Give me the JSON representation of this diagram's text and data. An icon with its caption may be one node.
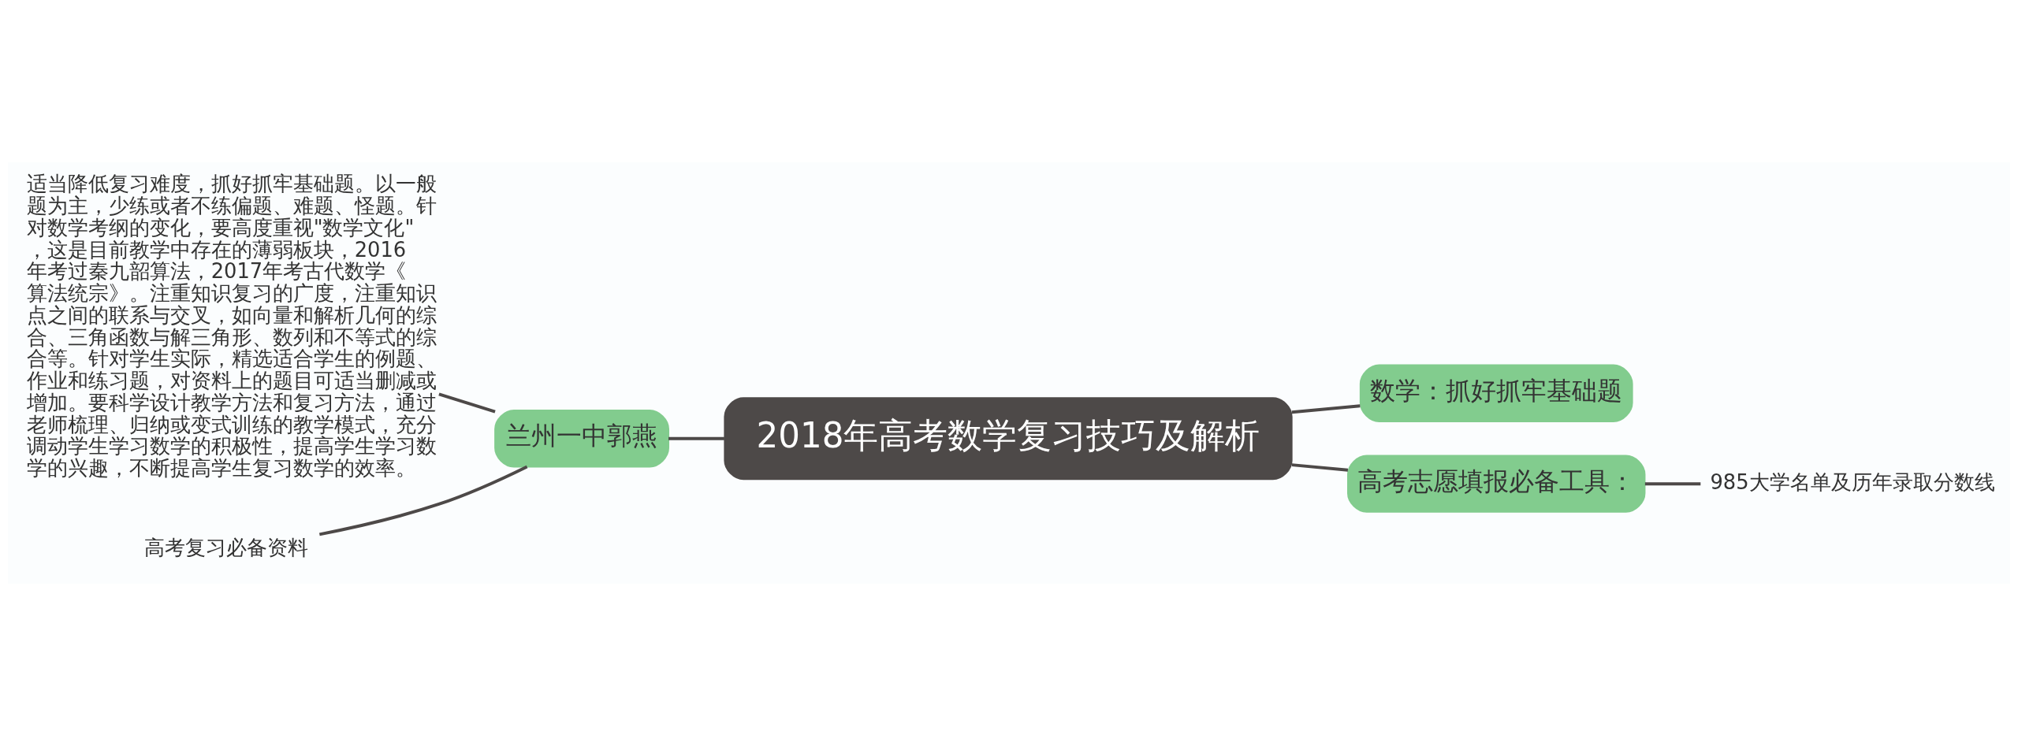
{
  "diagram": {
    "nodes": [
      {
        "text": [
          "2018年高考数学复习技巧及解析"
        ]
      },
      {
        "text": [
          "兰州一中郭燕"
        ]
      },
      {
        "text": [
          "适当降低复习难度，抓好抓牢基础题。以一般题为主，少练或者不练偏题、难题、怪题。针对数学考纲的变化，要高度重视\"数学文化\"，这是目前教学中存在的薄弱板块，2016年考过秦九韶算法，2017年考古代数学《算法统宗》。注重知识复习的广度，注重知识点之间的联系与交叉，如向量和解析几何的综合、三角函数与解三角形、数列和不等式的综合等。针对学生实际，精选适合学生的例题、作业和练习题，对资料上的题目可适当删减或增加。要科学设计教学方法和复习方法，通过老师梳理、归纳或变式训练的教学模式，充分调动学生学习数学的积极性，提高学生学习数学的兴趣，不断提高学生复习数学的效率。"
        ]
      },
      {
        "text": [
          "高考复习必备资料"
        ]
      },
      {
        "text": [
          "数学：抓好抓牢基础题"
        ]
      },
      {
        "text": [
          "高考志愿填报必备工具："
        ]
      },
      {
        "text": [
          "985大学名单及历年录取分数线"
        ]
      }
    ],
    "edges": [
      {
        "from": 0,
        "to": 1,
        "arrow": "none"
      },
      {
        "from": 1,
        "to": 2,
        "arrow": "none"
      },
      {
        "from": 1,
        "to": 3,
        "arrow": "none"
      },
      {
        "from": 0,
        "to": 4,
        "arrow": "none"
      },
      {
        "from": 0,
        "to": 5,
        "arrow": "none"
      },
      {
        "from": 5,
        "to": 6,
        "arrow": "none"
      }
    ]
  }
}
